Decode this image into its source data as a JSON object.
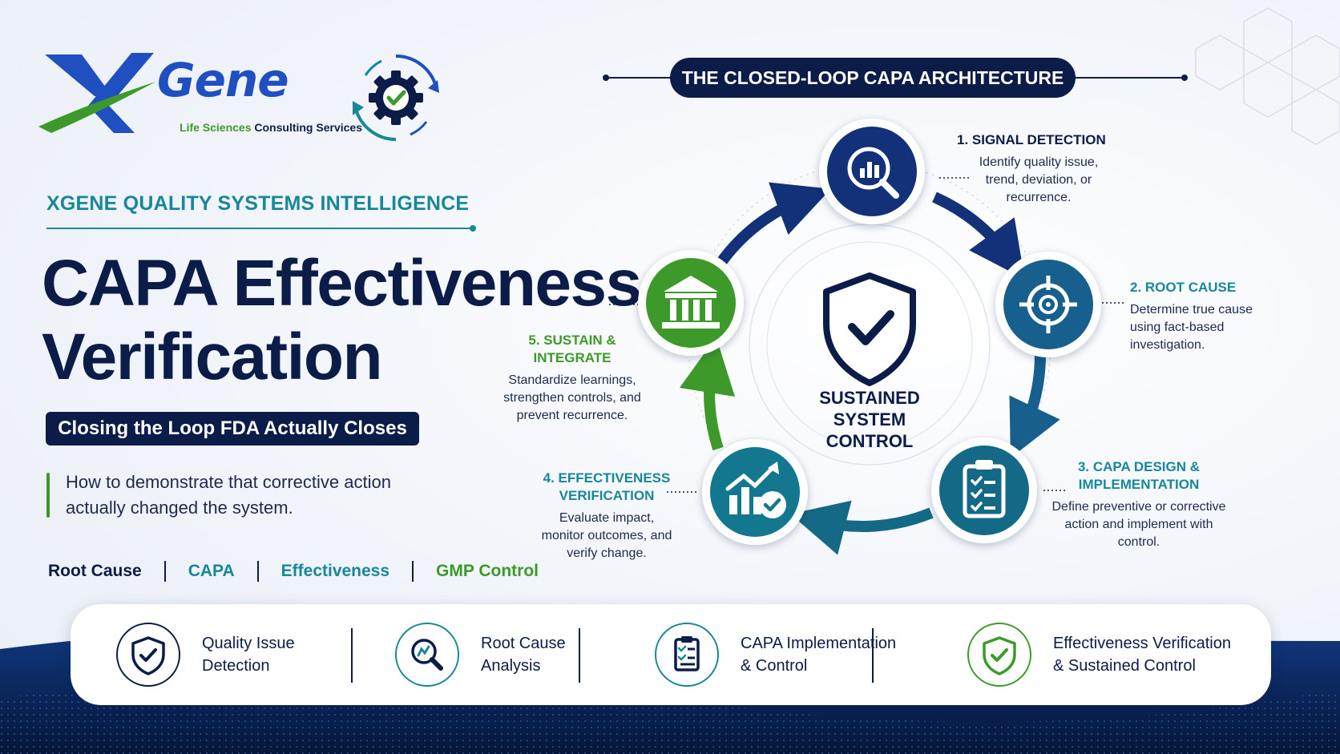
{
  "brand": {
    "logo_word": "Gene",
    "tagline_green": "Life Sciences",
    "tagline_rest": " Consulting Services"
  },
  "eyebrow": "XGENE QUALITY SYSTEMS INTELLIGENCE",
  "title_line1": "CAPA Effectiveness",
  "title_line2": "Verification",
  "subtitle_pill": "Closing the Loop FDA Actually Closes",
  "description": "How to demonstrate that corrective action actually changed the system.",
  "tags": [
    "Root Cause",
    "CAPA",
    "Effectiveness",
    "GMP Control"
  ],
  "architecture_title": "THE CLOSED-LOOP CAPA ARCHITECTURE",
  "center": {
    "line1": "SUSTAINED",
    "line2": "SYSTEM",
    "line3": "CONTROL"
  },
  "steps": [
    {
      "title": "1. SIGNAL DETECTION",
      "desc": "Identify quality issue, trend, deviation, or recurrence.",
      "icon": "magnifier-chart-icon",
      "color": "#123178"
    },
    {
      "title": "2. ROOT CAUSE",
      "desc": "Determine true cause using fact-based investigation.",
      "icon": "target-icon",
      "color": "#175f8c"
    },
    {
      "title": "3. CAPA DESIGN & IMPLEMENTATION",
      "desc": "Define preventive or corrective action and implement with control.",
      "icon": "clipboard-checklist-icon",
      "color": "#146a86"
    },
    {
      "title": "4. EFFECTIVENESS VERIFICATION",
      "desc": "Evaluate impact, monitor outcomes, and verify change.",
      "icon": "growth-chart-check-icon",
      "color": "#13788f"
    },
    {
      "title": "5. SUSTAIN & INTEGRATE",
      "desc": "Standardize learnings, strengthen controls, and prevent recurrence.",
      "icon": "institution-icon",
      "color": "#3d9a2a"
    }
  ],
  "features": [
    {
      "label": "Quality Issue\nDetection",
      "icon": "shield-check-icon",
      "color": "#0c1c48"
    },
    {
      "label": "Root Cause\nAnalysis",
      "icon": "magnifier-analysis-icon",
      "color": "#17879a"
    },
    {
      "label": "CAPA Implementation\n& Control",
      "icon": "clipboard-icon",
      "color": "#17879a"
    },
    {
      "label": "Effectiveness Verification\n& Sustained Control",
      "icon": "shield-check-green-icon",
      "color": "#3d9a2a"
    }
  ]
}
